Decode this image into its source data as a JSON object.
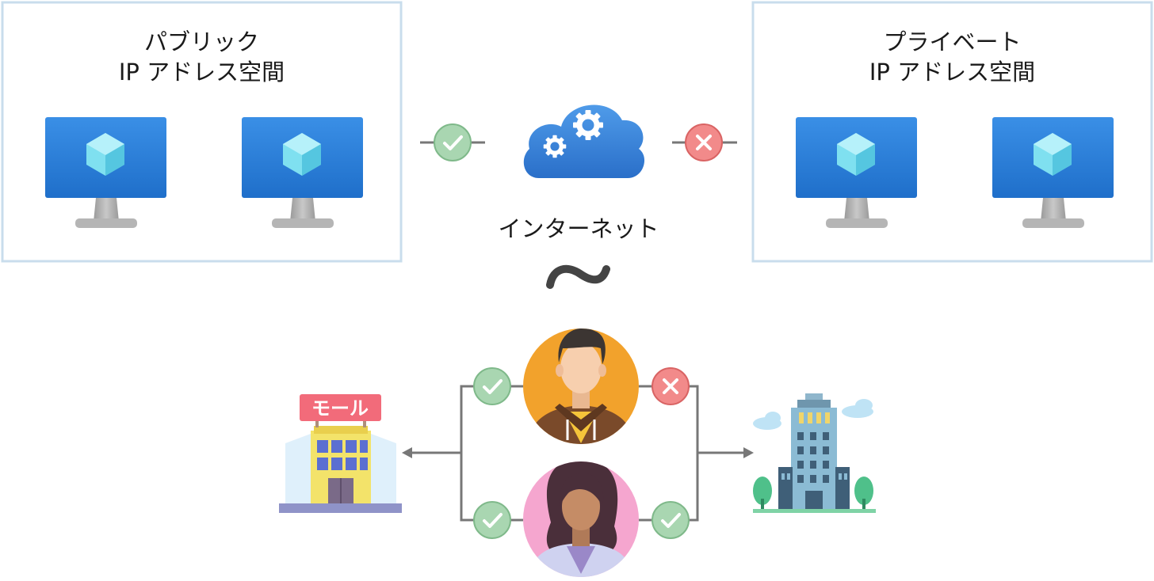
{
  "public_space": {
    "title_line1": "パブリック",
    "title_line2": "IP アドレス空間"
  },
  "private_space": {
    "title_line1": "プライベート",
    "title_line2": "IP アドレス空間"
  },
  "internet": {
    "label": "インターネット",
    "icon": "cloud-gears-icon",
    "analogy_symbol": "~"
  },
  "connections": {
    "public_to_internet": "allowed",
    "internet_to_private": "blocked",
    "man_to_mall": "allowed",
    "man_to_office": "blocked",
    "woman_to_mall": "allowed",
    "woman_to_office": "allowed"
  },
  "mall": {
    "sign_text": "モール",
    "icon": "shopping-mall-icon"
  },
  "office": {
    "icon": "office-building-icon"
  },
  "colors": {
    "box_border": "#c9ddec",
    "monitor_blue": "#2d7fd6",
    "check_green": "#8fc79a",
    "cross_red": "#ef7f7f",
    "connector_gray": "#777777"
  }
}
